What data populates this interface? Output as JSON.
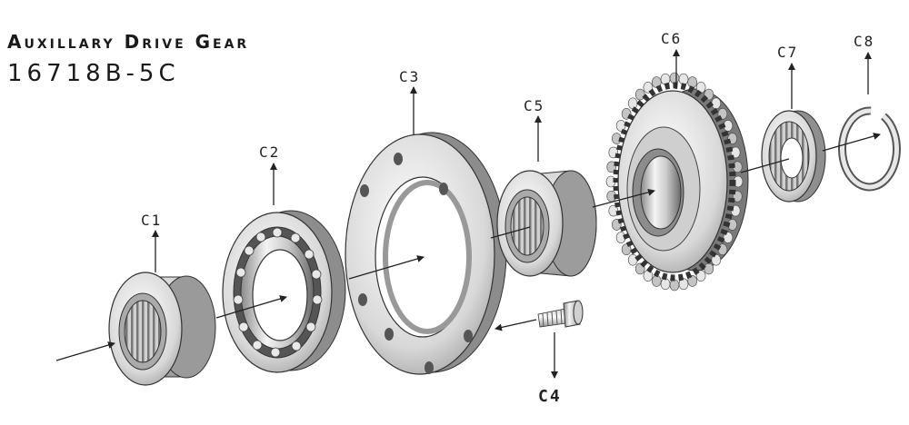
{
  "title": {
    "line1": "Auxillary Drive Gear",
    "line2": "16718B-5C"
  },
  "labels": {
    "c1": "C1",
    "c2": "C2",
    "c3": "C3",
    "c4": "C4",
    "c5": "C5",
    "c6": "C6",
    "c7": "C7",
    "c8": "C8"
  },
  "colors": {
    "metal_dark": "#6e6e6e",
    "metal_mid": "#b9b9b9",
    "metal_light": "#f2f2f2",
    "line": "#222222"
  }
}
